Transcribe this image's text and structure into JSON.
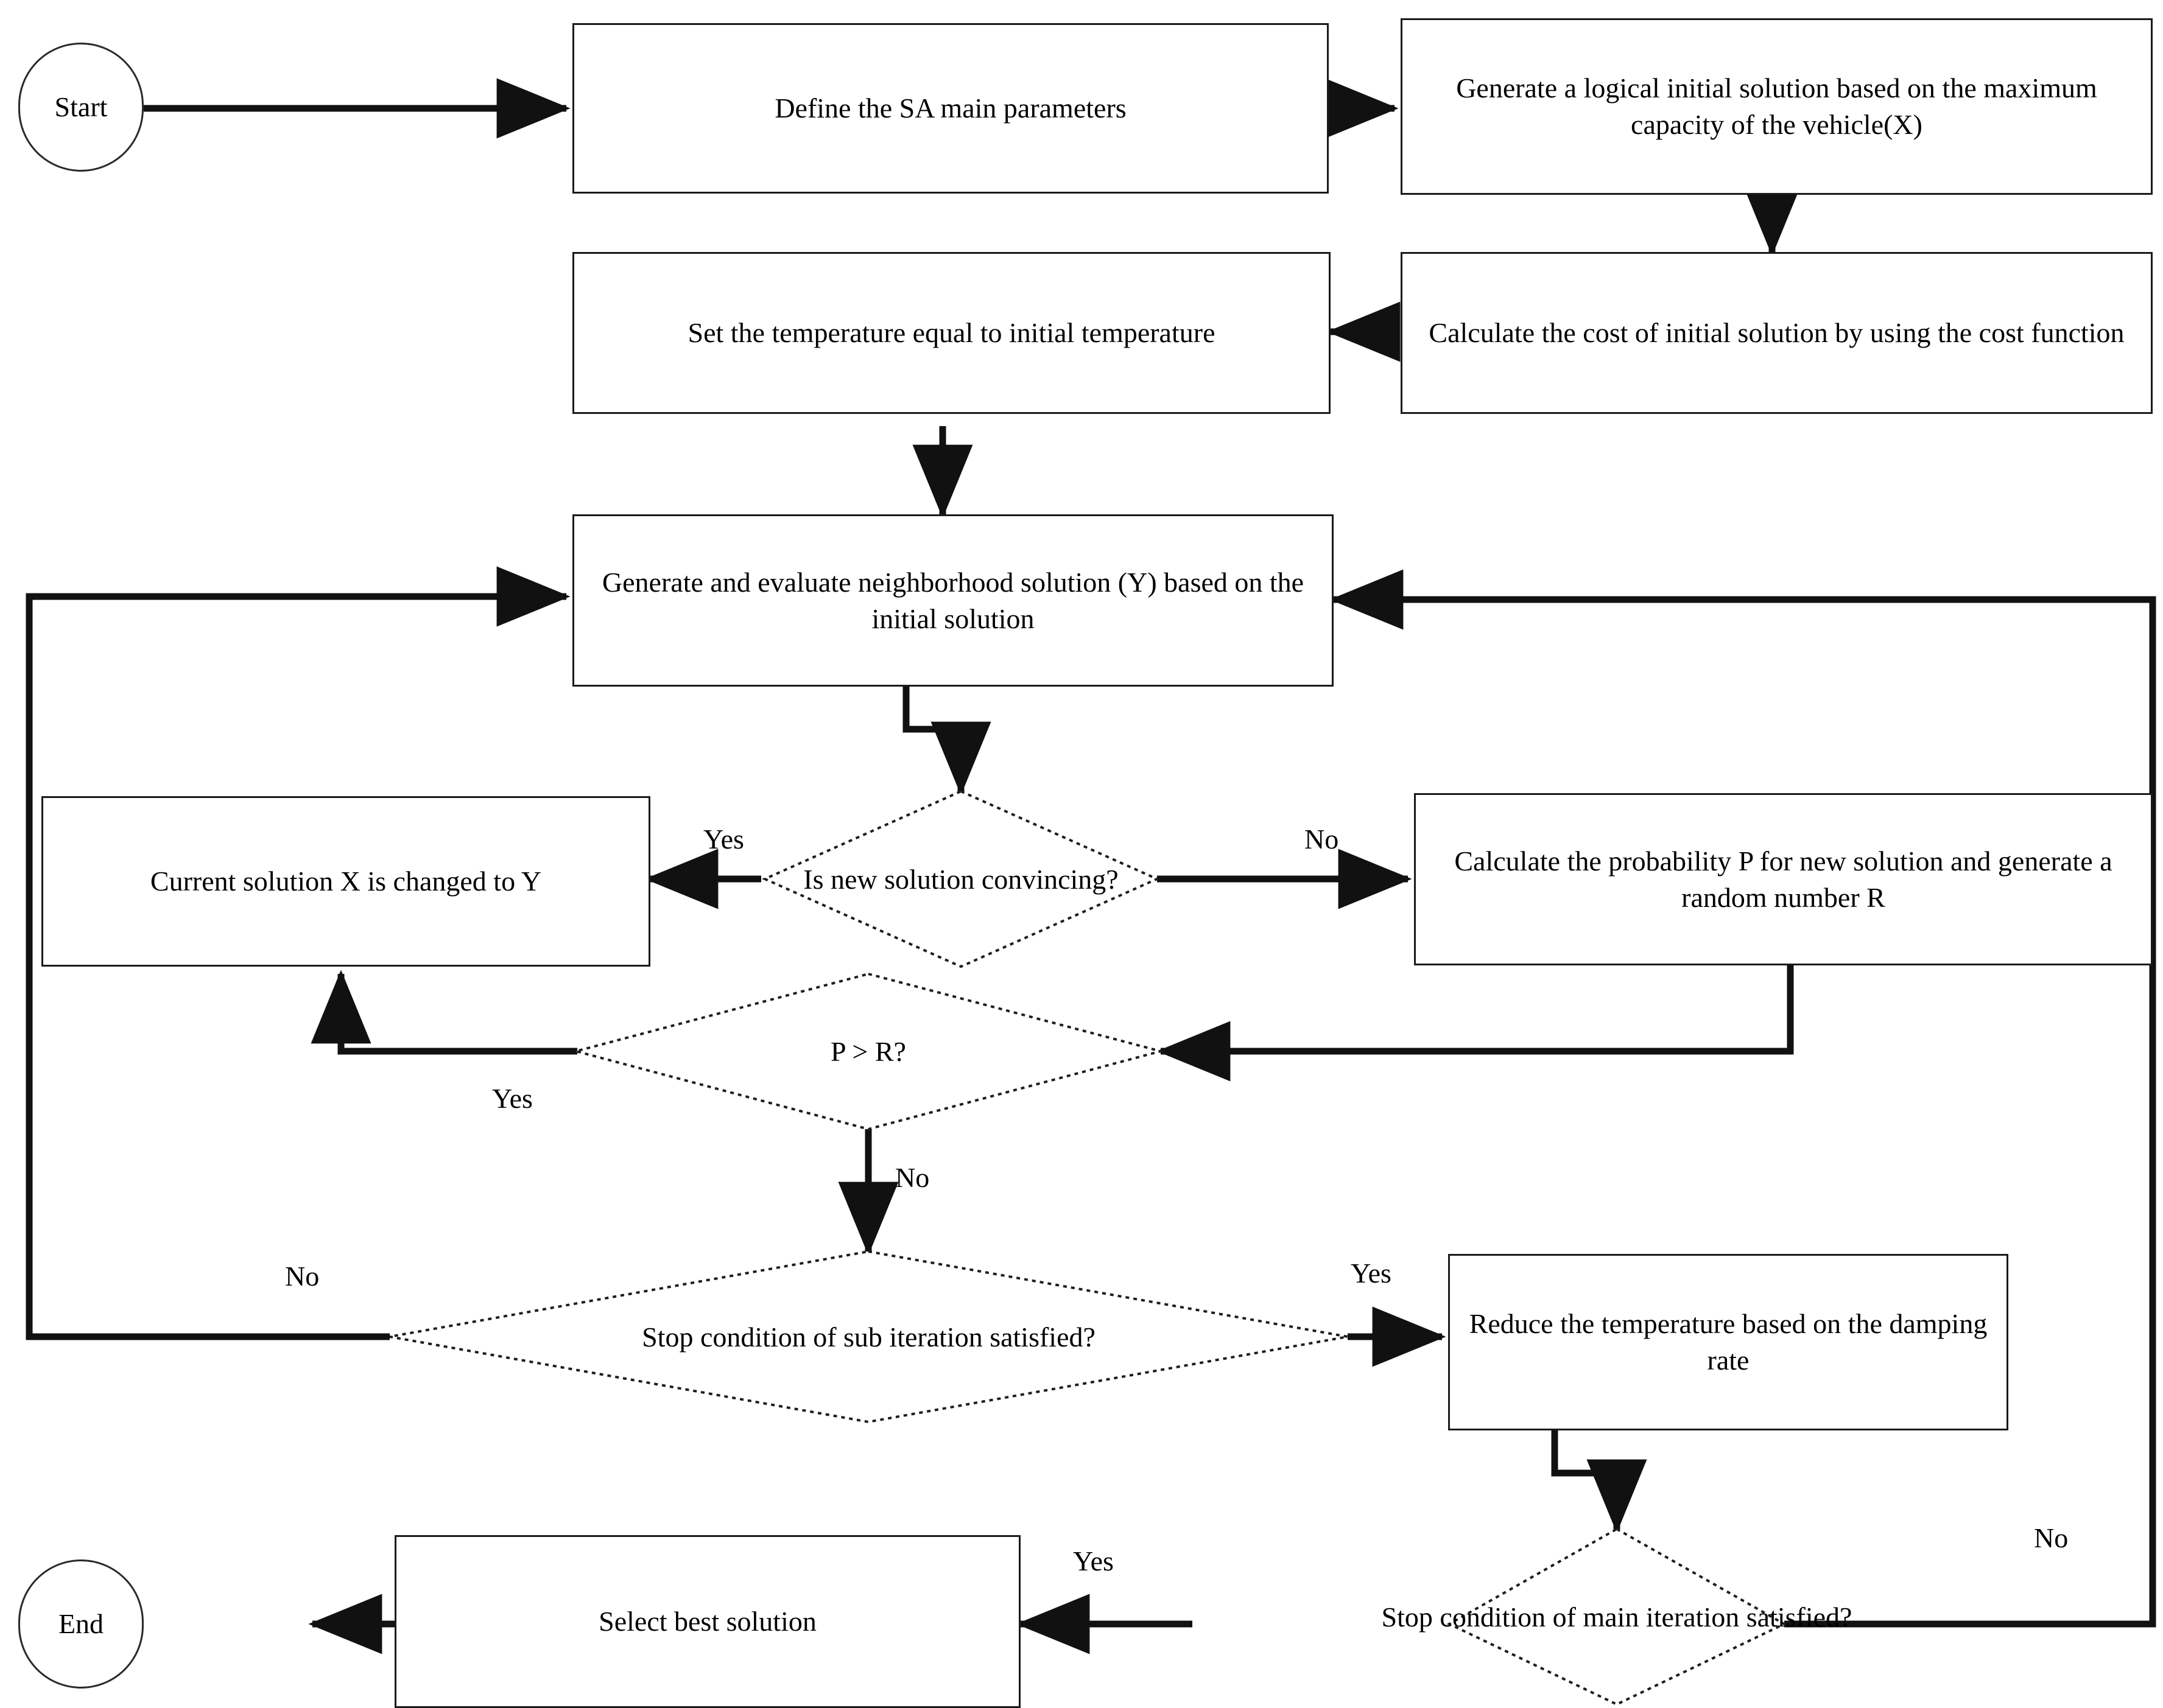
{
  "diagram": {
    "title": "Simulated Annealing (SA) algorithm flowchart",
    "type": "flowchart",
    "stroke_color": "#1a1a1a",
    "fill_color": "#ffffff",
    "text_color": "#000000"
  },
  "nodes": {
    "start": {
      "label": "Start",
      "shape": "terminator"
    },
    "define_params": {
      "label": "Define the SA main parameters",
      "shape": "process"
    },
    "gen_initial": {
      "label": "Generate a logical initial solution based on the maximum capacity of the vehicle(X)",
      "shape": "process"
    },
    "calc_cost": {
      "label": "Calculate the cost of initial solution by using the cost function",
      "shape": "process"
    },
    "set_temp": {
      "label": "Set the temperature equal to initial temperature",
      "shape": "process"
    },
    "gen_neighbor": {
      "label": "Generate and evaluate neighborhood solution (Y) based on the initial solution",
      "shape": "process"
    },
    "current_solution": {
      "label": "Current solution X is changed to Y",
      "shape": "process"
    },
    "is_convincing": {
      "label": "Is new solution convincing?",
      "shape": "decision"
    },
    "calc_prob": {
      "label": "Calculate the probability P for new solution and generate a random number R",
      "shape": "process"
    },
    "p_gt_r": {
      "label": "P > R?",
      "shape": "decision"
    },
    "stop_sub": {
      "label": "Stop condition of sub iteration satisfied?",
      "shape": "decision"
    },
    "reduce_temp": {
      "label": "Reduce the temperature based on the damping rate",
      "shape": "process"
    },
    "stop_main": {
      "label": "Stop condition of main iteration satisfied?",
      "shape": "decision"
    },
    "select_best": {
      "label": "Select best solution",
      "shape": "process"
    },
    "end": {
      "label": "End",
      "shape": "terminator"
    }
  },
  "edge_labels": {
    "convincing_yes": "Yes",
    "convincing_no": "No",
    "pgtr_yes": "Yes",
    "pgtr_no": "No",
    "stop_sub_no": "No",
    "stop_sub_yes": "Yes",
    "stop_main_yes": "Yes",
    "stop_main_no": "No"
  }
}
